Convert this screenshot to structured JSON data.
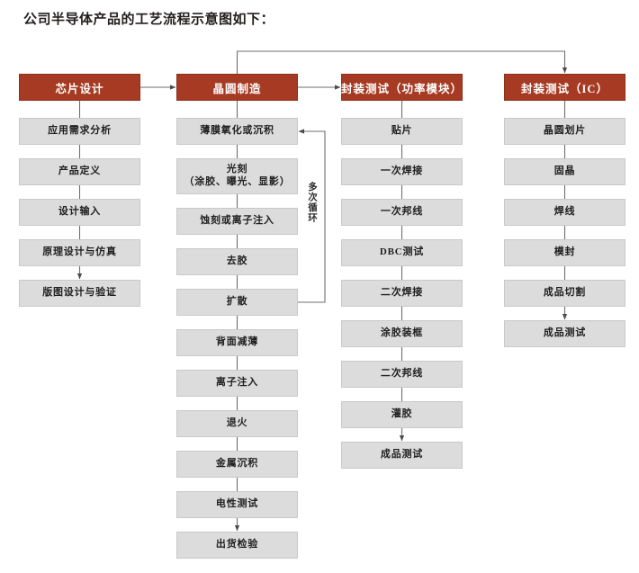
{
  "title": "公司半导体产品的工艺流程示意图如下：",
  "colors": {
    "header_fill": "#a63a23",
    "header_border": "#8e301b",
    "header_text": "#ffffff",
    "step_fill": "#dcdcdc",
    "step_border": "#c9c9c9",
    "connector": "#6e6e6e",
    "page_background": "#ffffff",
    "title_text": "#231f1e"
  },
  "loop_label": "多次循环",
  "chart_data": {
    "type": "diagram",
    "title": "公司半导体产品的工艺流程示意图如下：",
    "diagram_kind": "process-flowchart",
    "orientation": "top-to-bottom columns, left-to-right stages",
    "stages": [
      "芯片设计",
      "晶圆制造",
      "封装测试（功率模块）",
      "封装测试（IC）"
    ],
    "stage_links": [
      {
        "from": "芯片设计",
        "to": "晶圆制造",
        "style": "straight-arrow"
      },
      {
        "from": "晶圆制造",
        "to": "封装测试（功率模块）",
        "style": "straight-arrow"
      },
      {
        "from": "晶圆制造",
        "to": "封装测试（IC）",
        "style": "elbow-arrow-over-top"
      }
    ],
    "feedback_loops": [
      {
        "from": "扩散",
        "to": "薄膜氧化或沉积",
        "label": "多次循环",
        "column": "晶圆制造"
      }
    ]
  },
  "columns": [
    {
      "id": "chip-design",
      "header": "芯片设计",
      "steps": [
        {
          "label": "应用需求分析"
        },
        {
          "label": "产品定义"
        },
        {
          "label": "设计输入"
        },
        {
          "label": "原理设计与仿真"
        },
        {
          "label": "版图设计与验证"
        }
      ]
    },
    {
      "id": "wafer-fabrication",
      "header": "晶圆制造",
      "steps": [
        {
          "label": "薄膜氧化或沉积"
        },
        {
          "label": "光刻\n（涂胶、曝光、显影）"
        },
        {
          "label": "蚀刻或离子注入"
        },
        {
          "label": "去胶"
        },
        {
          "label": "扩散"
        },
        {
          "label": "背面减薄"
        },
        {
          "label": "离子注入"
        },
        {
          "label": "退火"
        },
        {
          "label": "金属沉积"
        },
        {
          "label": "电性测试"
        },
        {
          "label": "出货检验"
        }
      ]
    },
    {
      "id": "packaging-test-power-module",
      "header": "封装测试（功率模块）",
      "steps": [
        {
          "label": "贴片"
        },
        {
          "label": "一次焊接"
        },
        {
          "label": "一次邦线"
        },
        {
          "label": "DBC测试"
        },
        {
          "label": "二次焊接"
        },
        {
          "label": "涂胶装框"
        },
        {
          "label": "二次邦线"
        },
        {
          "label": "灌胶"
        },
        {
          "label": "成品测试"
        }
      ]
    },
    {
      "id": "packaging-test-ic",
      "header": "封装测试（IC）",
      "steps": [
        {
          "label": "晶圆划片"
        },
        {
          "label": "固晶"
        },
        {
          "label": "焊线"
        },
        {
          "label": "模封"
        },
        {
          "label": "成品切割"
        },
        {
          "label": "成品测试"
        }
      ]
    }
  ]
}
